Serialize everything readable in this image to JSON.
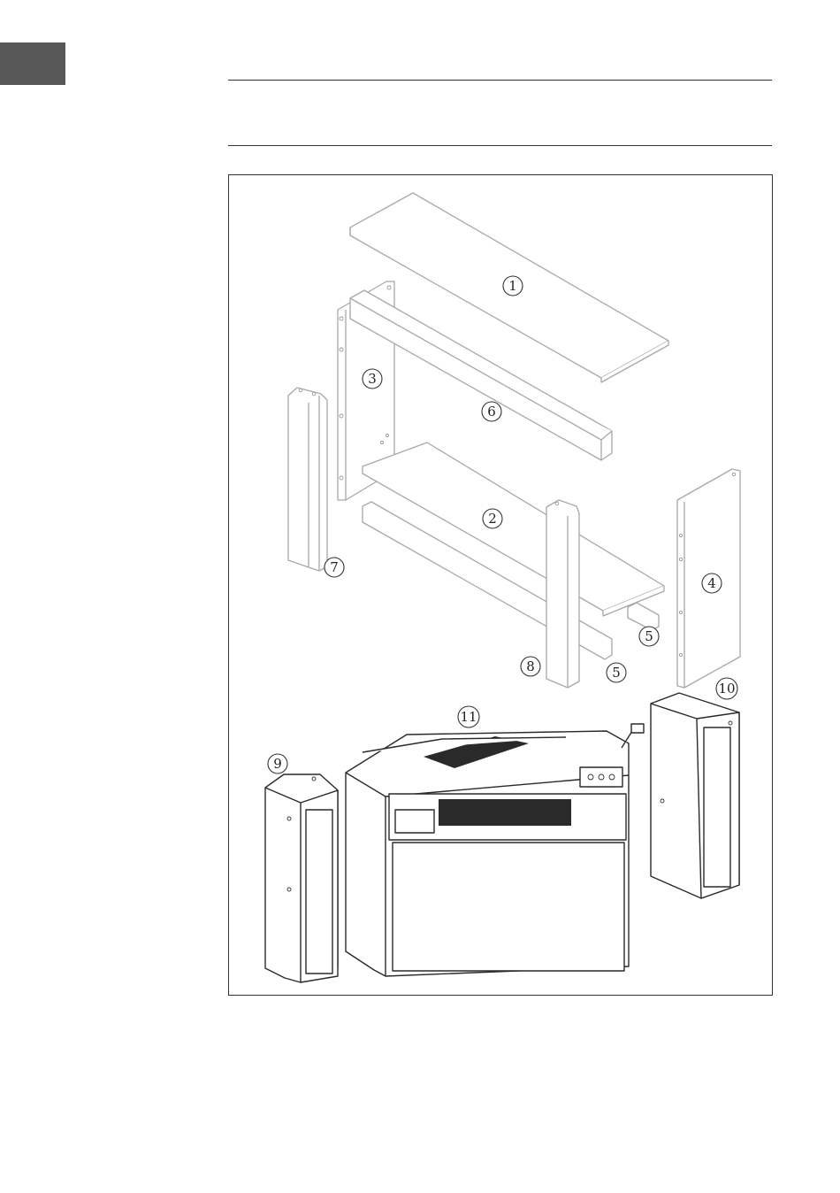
{
  "page": {
    "section_tab_color": "#585858"
  },
  "figure": {
    "callouts": [
      {
        "number": "1",
        "part": "top-panel"
      },
      {
        "number": "2",
        "part": "bottom-shelf"
      },
      {
        "number": "3",
        "part": "left-side-panel"
      },
      {
        "number": "4",
        "part": "right-side-panel"
      },
      {
        "number": "5",
        "part": "base-rail-front"
      },
      {
        "number": "5",
        "part": "base-rail-rear"
      },
      {
        "number": "6",
        "part": "cross-beam"
      },
      {
        "number": "7",
        "part": "left-pillar"
      },
      {
        "number": "8",
        "part": "right-pillar"
      },
      {
        "number": "9",
        "part": "left-insert-frame"
      },
      {
        "number": "10",
        "part": "right-insert-frame"
      },
      {
        "number": "11",
        "part": "fireplace-insert"
      }
    ]
  }
}
